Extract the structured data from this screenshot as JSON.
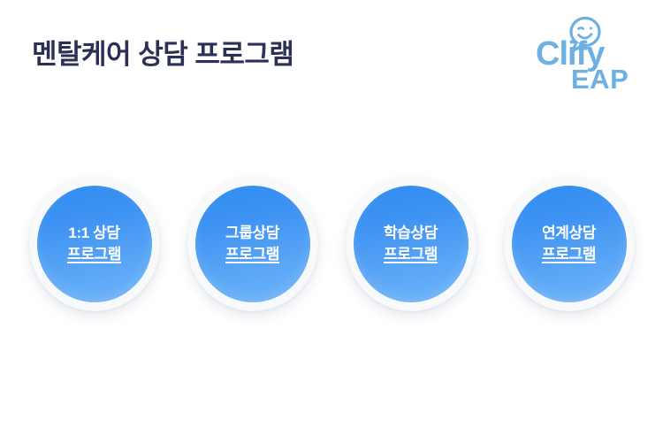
{
  "page": {
    "title": "멘탈케어 상담 프로그램",
    "background_color": "#ffffff",
    "title_color": "#2b3055"
  },
  "logo": {
    "name_primary": "Clify",
    "name_secondary": "EAP",
    "color": "#6cb0e4",
    "icon": "speech-bubble-winking-smiley-icon"
  },
  "programs": {
    "items": [
      {
        "line1": "1:1 상담",
        "line2": "프로그램"
      },
      {
        "line1": "그룹상담",
        "line2": "프로그램"
      },
      {
        "line1": "학습상담",
        "line2": "프로그램"
      },
      {
        "line1": "연계상담",
        "line2": "프로그램"
      }
    ],
    "circle_gradient_from": "#2f8cf0",
    "circle_gradient_to": "#6cb2f8",
    "label_color": "#ffffff",
    "ring_color": "#f7f9fb"
  }
}
